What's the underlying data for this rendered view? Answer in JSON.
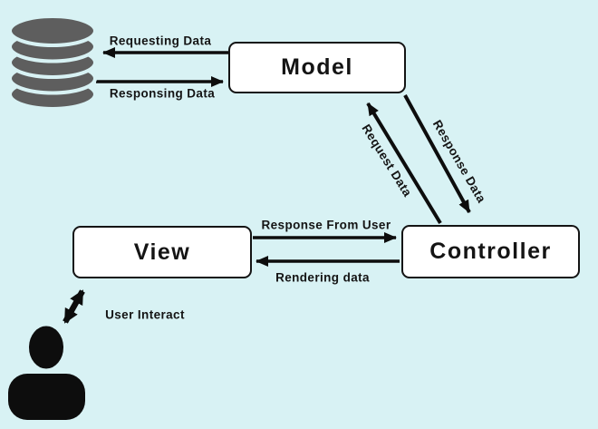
{
  "colors": {
    "background": "#d8f2f4",
    "node_fill": "#ffffff",
    "line": "#0d0d0d",
    "text": "#141414",
    "database_gray": "#5e5e5e"
  },
  "nodes": {
    "model": {
      "label": "Model"
    },
    "view": {
      "label": "View"
    },
    "controller": {
      "label": "Controller"
    }
  },
  "edges": {
    "requesting_data": {
      "label": "Requesting Data",
      "from": "model",
      "to": "database"
    },
    "responsing_data": {
      "label": "Responsing Data",
      "from": "database",
      "to": "model"
    },
    "request_data": {
      "label": "Request Data",
      "from": "controller",
      "to": "model"
    },
    "response_data": {
      "label": "Response Data",
      "from": "model",
      "to": "controller"
    },
    "response_from_user": {
      "label": "Response From User",
      "from": "view",
      "to": "controller"
    },
    "rendering_data": {
      "label": "Rendering data",
      "from": "controller",
      "to": "view"
    },
    "user_interact": {
      "label": "User Interact",
      "from": "user",
      "to": "view",
      "bidirectional": true
    }
  },
  "icons": {
    "database": "database-icon",
    "user": "user-icon"
  }
}
